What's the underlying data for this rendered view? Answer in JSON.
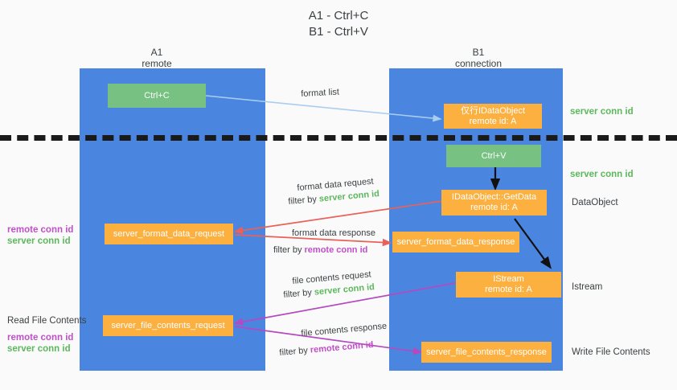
{
  "title": {
    "line1": "A1 - Ctrl+C",
    "line2": "B1 - Ctrl+V"
  },
  "lanes": [
    {
      "name": "A1",
      "sub": "remote"
    },
    {
      "name": "B1",
      "sub": "connection"
    }
  ],
  "boxes": {
    "ctrl_c": {
      "label": "Ctrl+C",
      "color": "#77c182"
    },
    "ctrl_v": {
      "label": "Ctrl+V",
      "color": "#77c182"
    },
    "idataobject": {
      "line1": "仅行IDataObject",
      "line2": "remote id: A",
      "color": "#fbb040"
    },
    "getdata": {
      "line1": "IDataObject::GetData",
      "line2": "remote id: A",
      "color": "#fbb040"
    },
    "istream": {
      "line1": "IStream",
      "line2": "remote id: A",
      "color": "#fbb040"
    },
    "server_format_data_request": {
      "label": "server_format_data_request",
      "color": "#fbb040"
    },
    "server_format_data_response": {
      "label": "server_format_data_response",
      "color": "#fbb040"
    },
    "server_file_contents_request": {
      "label": "server_file_contents_request",
      "color": "#fbb040"
    },
    "server_file_contents_response": {
      "label": "server_file_contents_response",
      "color": "#fbb040"
    }
  },
  "arrow_labels": {
    "format_list": "format list",
    "format_data_request": "format data request",
    "format_data_request_filter_prefix": "filter by ",
    "format_data_request_filter_value": "server conn id",
    "format_data_response": "format data response",
    "format_data_response_filter_prefix": "filter by ",
    "format_data_response_filter_value": "remote conn id",
    "file_contents_request": "file contents request",
    "file_contents_request_filter_prefix": "filter by ",
    "file_contents_request_filter_value": "server conn id",
    "file_contents_response": "file contents response",
    "file_contents_response_filter_prefix": "filter by ",
    "file_contents_response_filter_value": "remote conn id"
  },
  "right_labels": {
    "server_conn_id_top": "server conn id",
    "server_conn_id_mid": "server conn id",
    "dataobject": "DataObject",
    "istream": "Istream",
    "write_file_contents": "Write File Contents"
  },
  "left_labels": {
    "remote_conn_id_upper": "remote conn id",
    "server_conn_id_upper": "server conn id",
    "read_file_contents": "Read File Contents",
    "remote_conn_id_lower": "remote conn id",
    "server_conn_id_lower": "server conn id"
  },
  "colors": {
    "lane": "#4a86e0",
    "orange": "#fbb040",
    "green_box": "#77c182",
    "green_text": "#5cb85c",
    "purple_text": "#c050c8",
    "red_arrow": "#e8615a",
    "purple_arrow": "#b44ac0",
    "blue_arrow": "#a9cdf0",
    "black_arrow": "#111111",
    "background": "#fafafa"
  }
}
